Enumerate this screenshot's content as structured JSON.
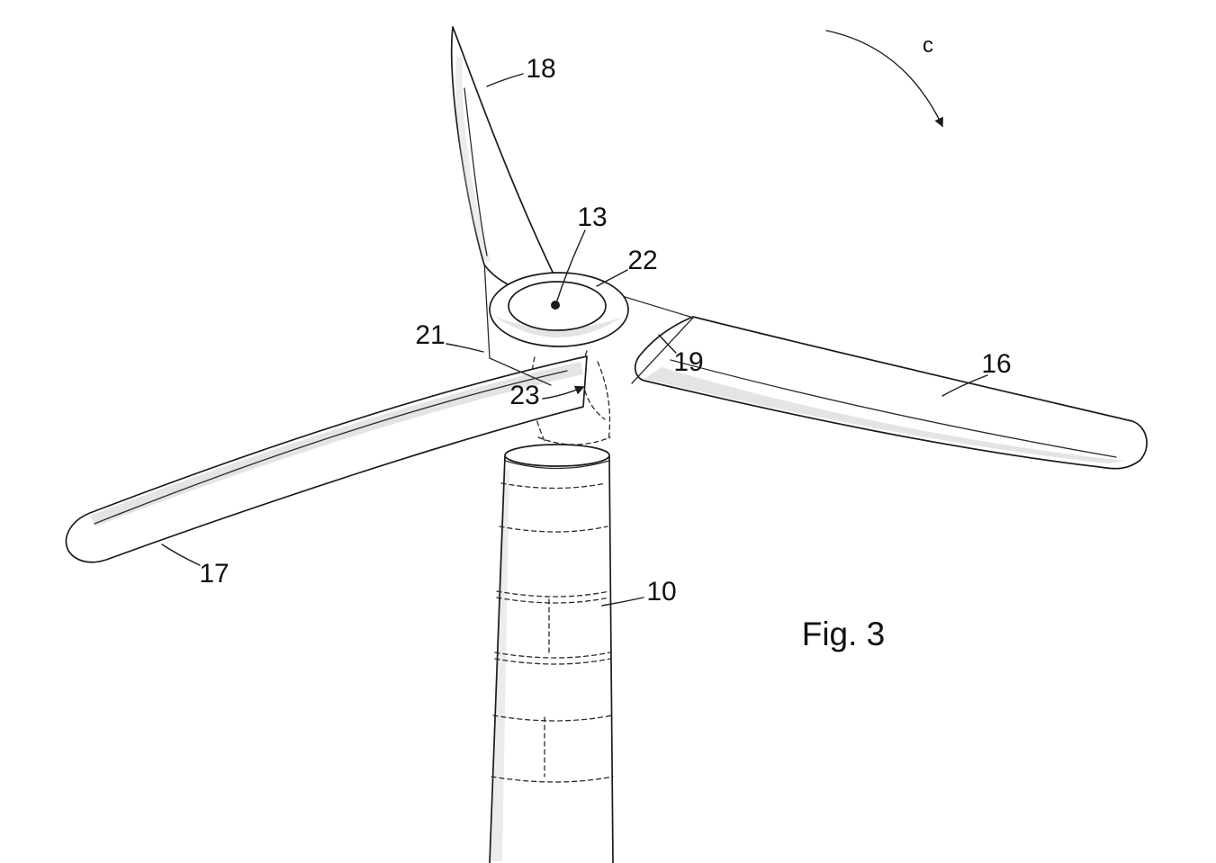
{
  "figure": {
    "caption": "Fig. 3",
    "rotation_label": "c"
  },
  "labels": {
    "upper_blade": "18",
    "hub_center": "13",
    "spinner": "22",
    "left_plate": "21",
    "right_plate": "19",
    "hidden_hub": "23",
    "right_blade": "16",
    "left_blade": "17",
    "tower": "10"
  },
  "colors": {
    "ink": "#1c1c1c",
    "shading": "#c9c9c9",
    "background": "#ffffff"
  }
}
